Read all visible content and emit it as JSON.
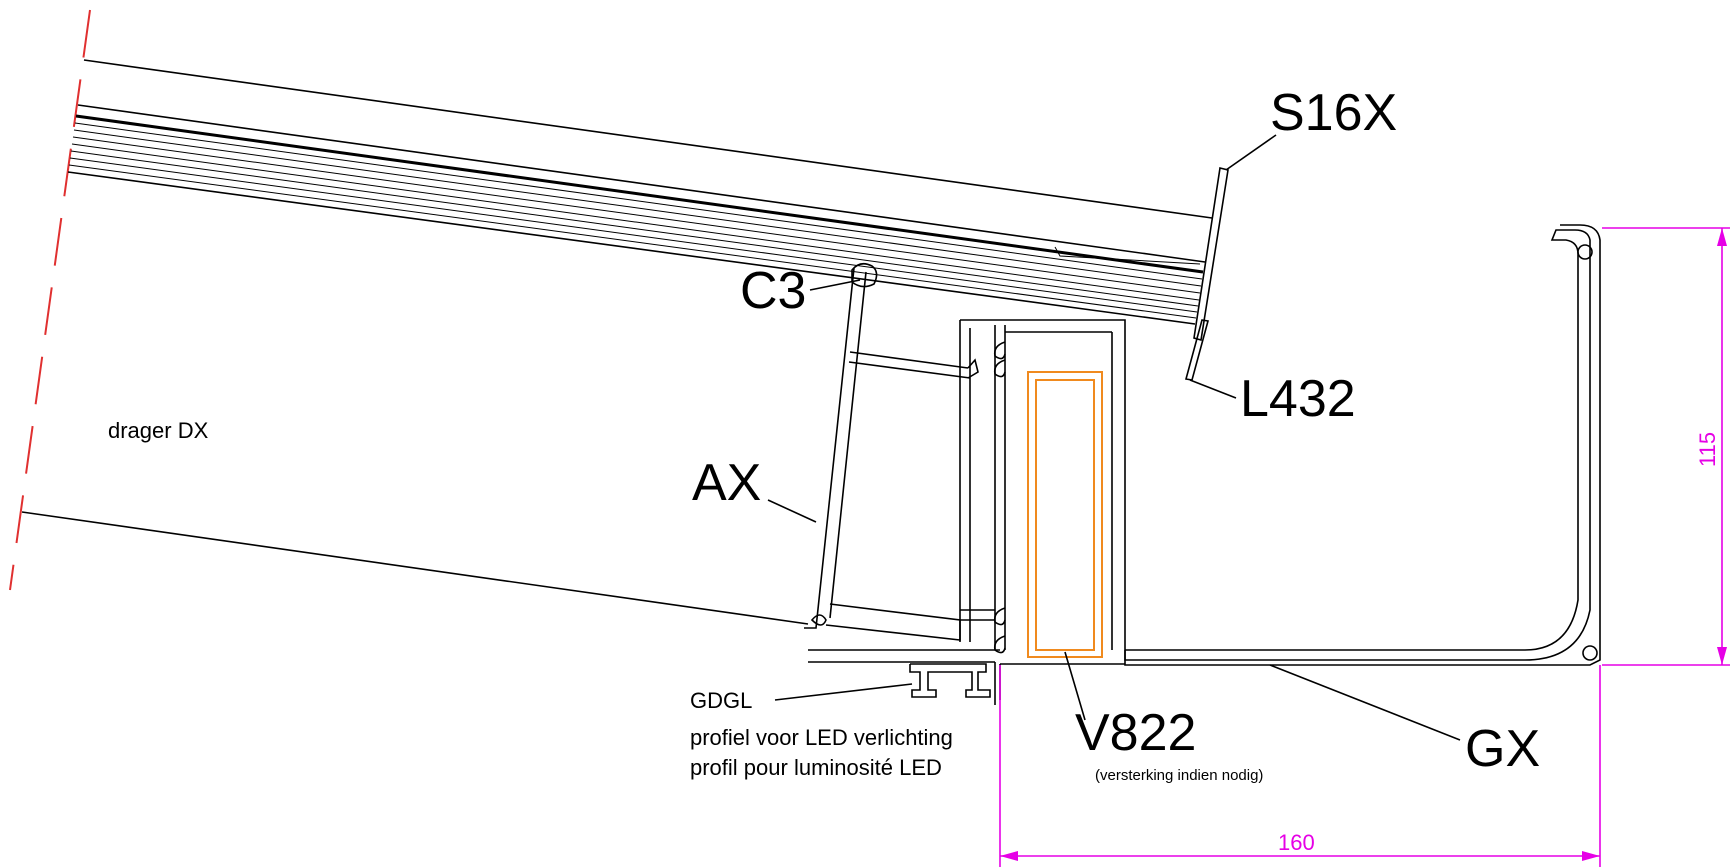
{
  "labels": {
    "s16x": "S16X",
    "c3": "C3",
    "l432": "L432",
    "ax": "AX",
    "drager": "drager DX",
    "gdgl": "GDGL",
    "led_nl": "profiel voor LED verlichting",
    "led_fr": "profil pour luminosité LED",
    "v822": "V822",
    "v822_note": "(versterking indien nodig)",
    "gx": "GX"
  },
  "dimensions": {
    "height": "115",
    "width": "160"
  },
  "colors": {
    "line": "#000000",
    "dimension": "#e600e6",
    "reinforcement": "#f08a1e",
    "cut_line": "#e03030"
  }
}
